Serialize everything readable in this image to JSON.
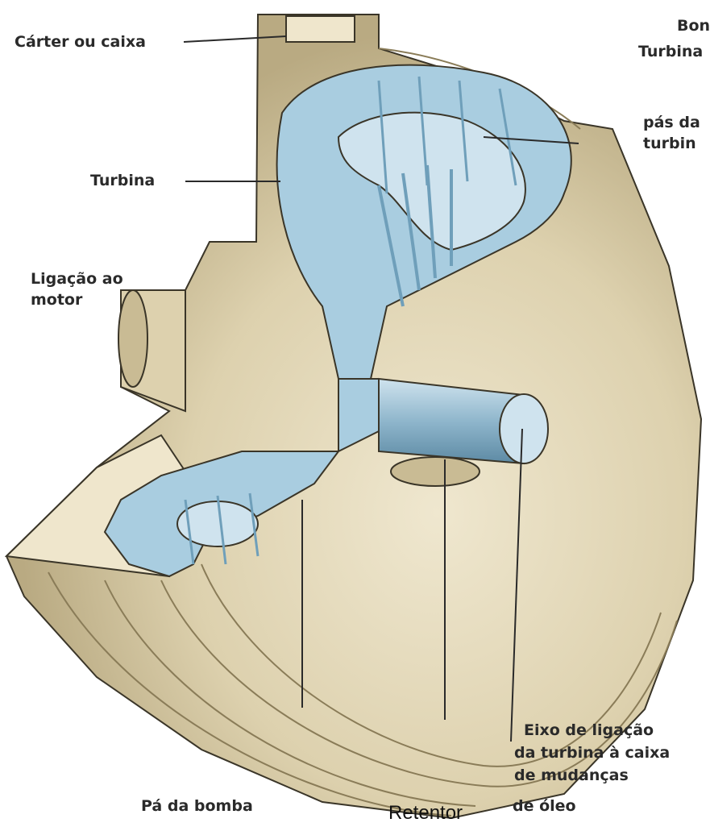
{
  "labels": {
    "carter": "Cárter ou caixa",
    "bomba_top": "Bon",
    "turbina_top": "Turbina",
    "pas_turbina_1": "pás da",
    "pas_turbina_2": "turbin",
    "turbina": "Turbina",
    "ligacao_1": "Ligação ao",
    "ligacao_2": "motor",
    "eixo_1": "Eixo de ligação",
    "eixo_2": "da turbina à caixa",
    "eixo_3": "de mudanças",
    "pa_bomba": "Pá da bomba",
    "retentor": "Retentor",
    "de_oleo": "de óleo"
  },
  "colors": {
    "casing": "#e8dfc3",
    "casing_shade": "#c9bb94",
    "turbine": "#a9cde0",
    "turbine_dark": "#6f9fba",
    "outline": "#3a3528"
  }
}
